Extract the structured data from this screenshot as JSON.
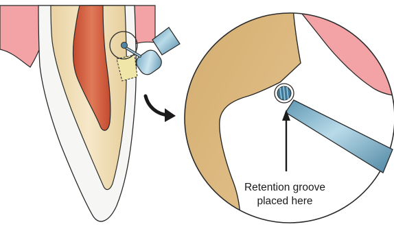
{
  "annotation": {
    "line1": "Retention groove",
    "line2": "placed here"
  },
  "icons": [
    "tooth-cross-section",
    "dental-bur-icon",
    "curved-arrow-icon",
    "magnifier-circle"
  ],
  "colors": {
    "gum": "#f3a3a6",
    "dentin": "#efdcb3",
    "pulp": "#d85a3b",
    "enamel": "#f6f6f4",
    "magnified_dentin": "#d8b47a",
    "bur_blue": "#7fb3cc",
    "outline": "#2a2a2a"
  }
}
